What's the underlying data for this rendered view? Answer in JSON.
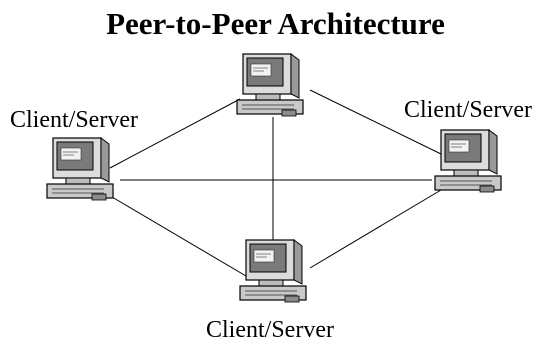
{
  "diagram": {
    "title": "Peer-to-Peer Architecture",
    "nodes": [
      {
        "id": "top",
        "label": ""
      },
      {
        "id": "left",
        "label": "Client/Server"
      },
      {
        "id": "right",
        "label": "Client/Server"
      },
      {
        "id": "bottom",
        "label": "Client/Server"
      }
    ],
    "links": [
      [
        "left",
        "top"
      ],
      [
        "top",
        "right"
      ],
      [
        "left",
        "right"
      ],
      [
        "top",
        "bottom"
      ],
      [
        "left",
        "bottom"
      ],
      [
        "right",
        "bottom"
      ]
    ]
  }
}
